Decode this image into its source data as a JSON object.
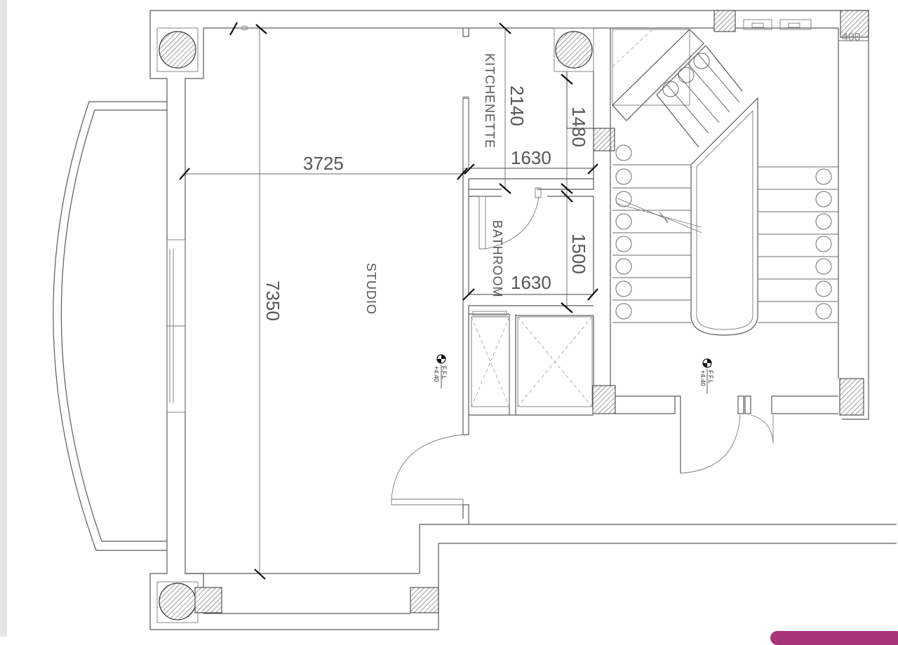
{
  "rooms": {
    "studio": "STUDIO",
    "kitchenette": "KITCHENETTE",
    "bathroom": "BATHROOM"
  },
  "dimensions": {
    "studio_width": "3725",
    "studio_length": "7350",
    "kitchen_length": "2140",
    "kitchen_width": "1630",
    "shaft_height": "1480",
    "bath_width": "1630",
    "bath_length": "1500",
    "corner_small": "400",
    "top_small": "0"
  },
  "levels": {
    "studio_label": "F.F.L",
    "studio_value": "+4.40",
    "hall_label": "F.F.L",
    "hall_value": "+4.40"
  },
  "colors": {
    "wall": "#5a5a5a",
    "hatch": "#666666",
    "accent_button": "#a8347a"
  }
}
